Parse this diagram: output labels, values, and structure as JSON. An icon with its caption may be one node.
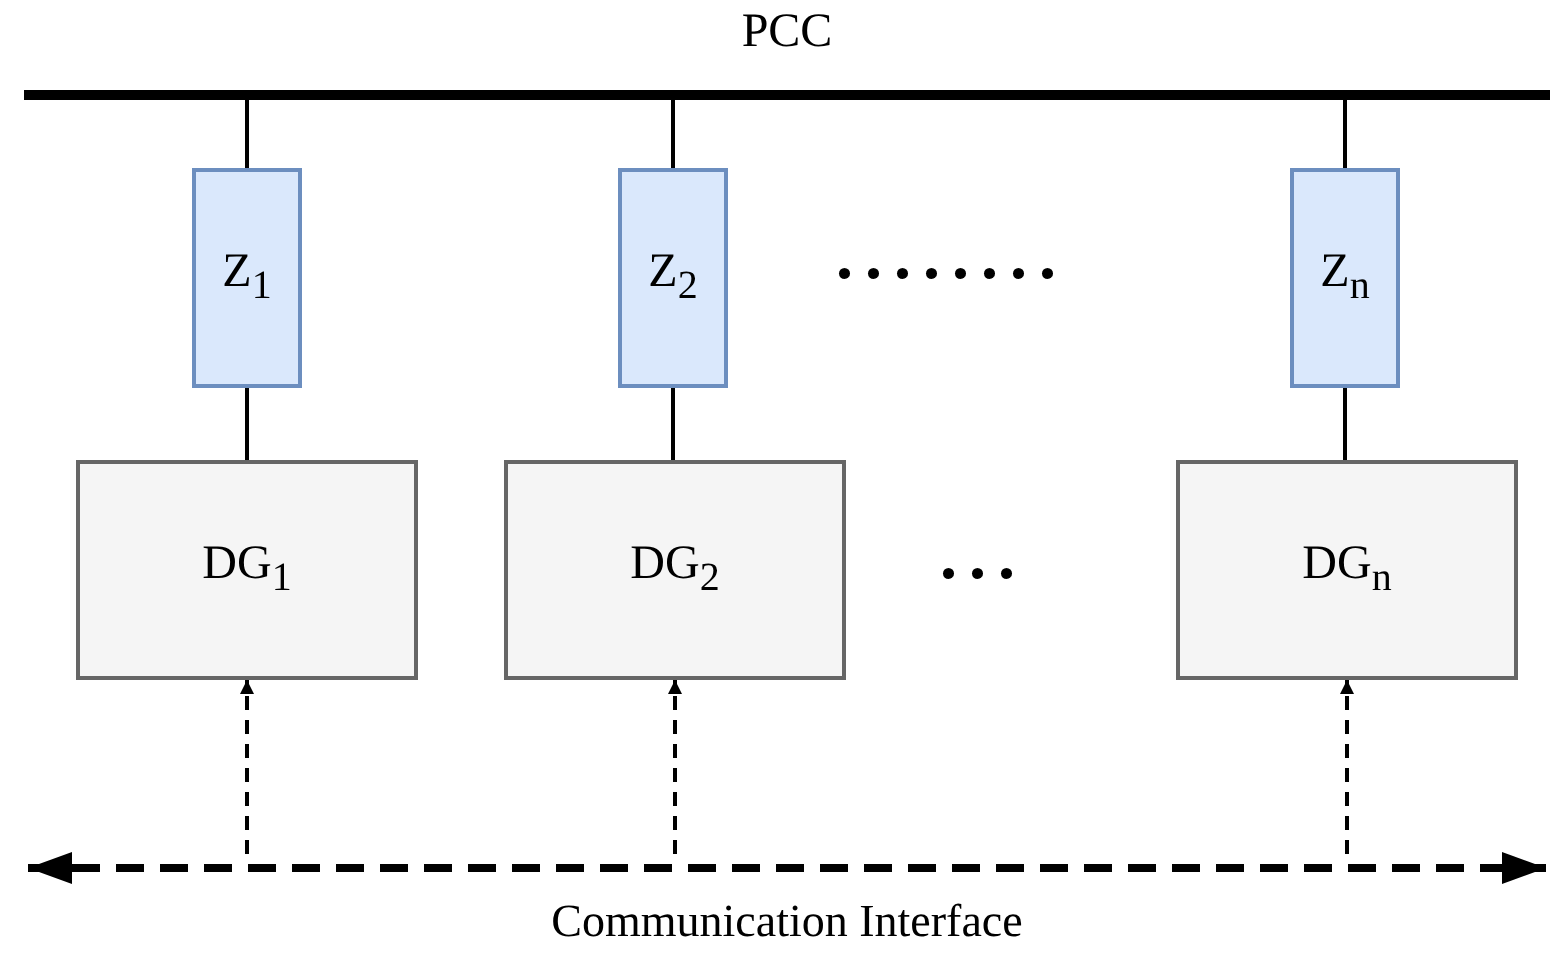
{
  "diagram": {
    "nodes": [
      {
        "text": [
          "PCC"
        ]
      },
      {
        "text": [
          "Z$_{1}$"
        ]
      },
      {
        "text": [
          "Z$_{2}$"
        ]
      },
      {
        "text": [
          "Z$_{n}$"
        ]
      },
      {
        "text": [
          "DG$_{1}$"
        ]
      },
      {
        "text": [
          "DG$_{2}$"
        ]
      },
      {
        "text": [
          "DG$_{n}$"
        ]
      },
      {
        "text": [
          "Communication Interface"
        ]
      }
    ],
    "edges": [
      {
        "from": 0,
        "to": 1,
        "arrow": "none"
      },
      {
        "from": 0,
        "to": 2,
        "arrow": "none"
      },
      {
        "from": 0,
        "to": 3,
        "arrow": "none"
      },
      {
        "from": 1,
        "to": 4,
        "arrow": "none"
      },
      {
        "from": 2,
        "to": 5,
        "arrow": "none"
      },
      {
        "from": 3,
        "to": 6,
        "arrow": "none"
      },
      {
        "from": 7,
        "to": 4,
        "arrow": "to",
        "style": "dashed"
      },
      {
        "from": 7,
        "to": 5,
        "arrow": "to",
        "style": "dashed"
      },
      {
        "from": 7,
        "to": 6,
        "arrow": "to",
        "style": "dashed"
      }
    ],
    "labels": [
      "........",
      "..."
    ]
  }
}
